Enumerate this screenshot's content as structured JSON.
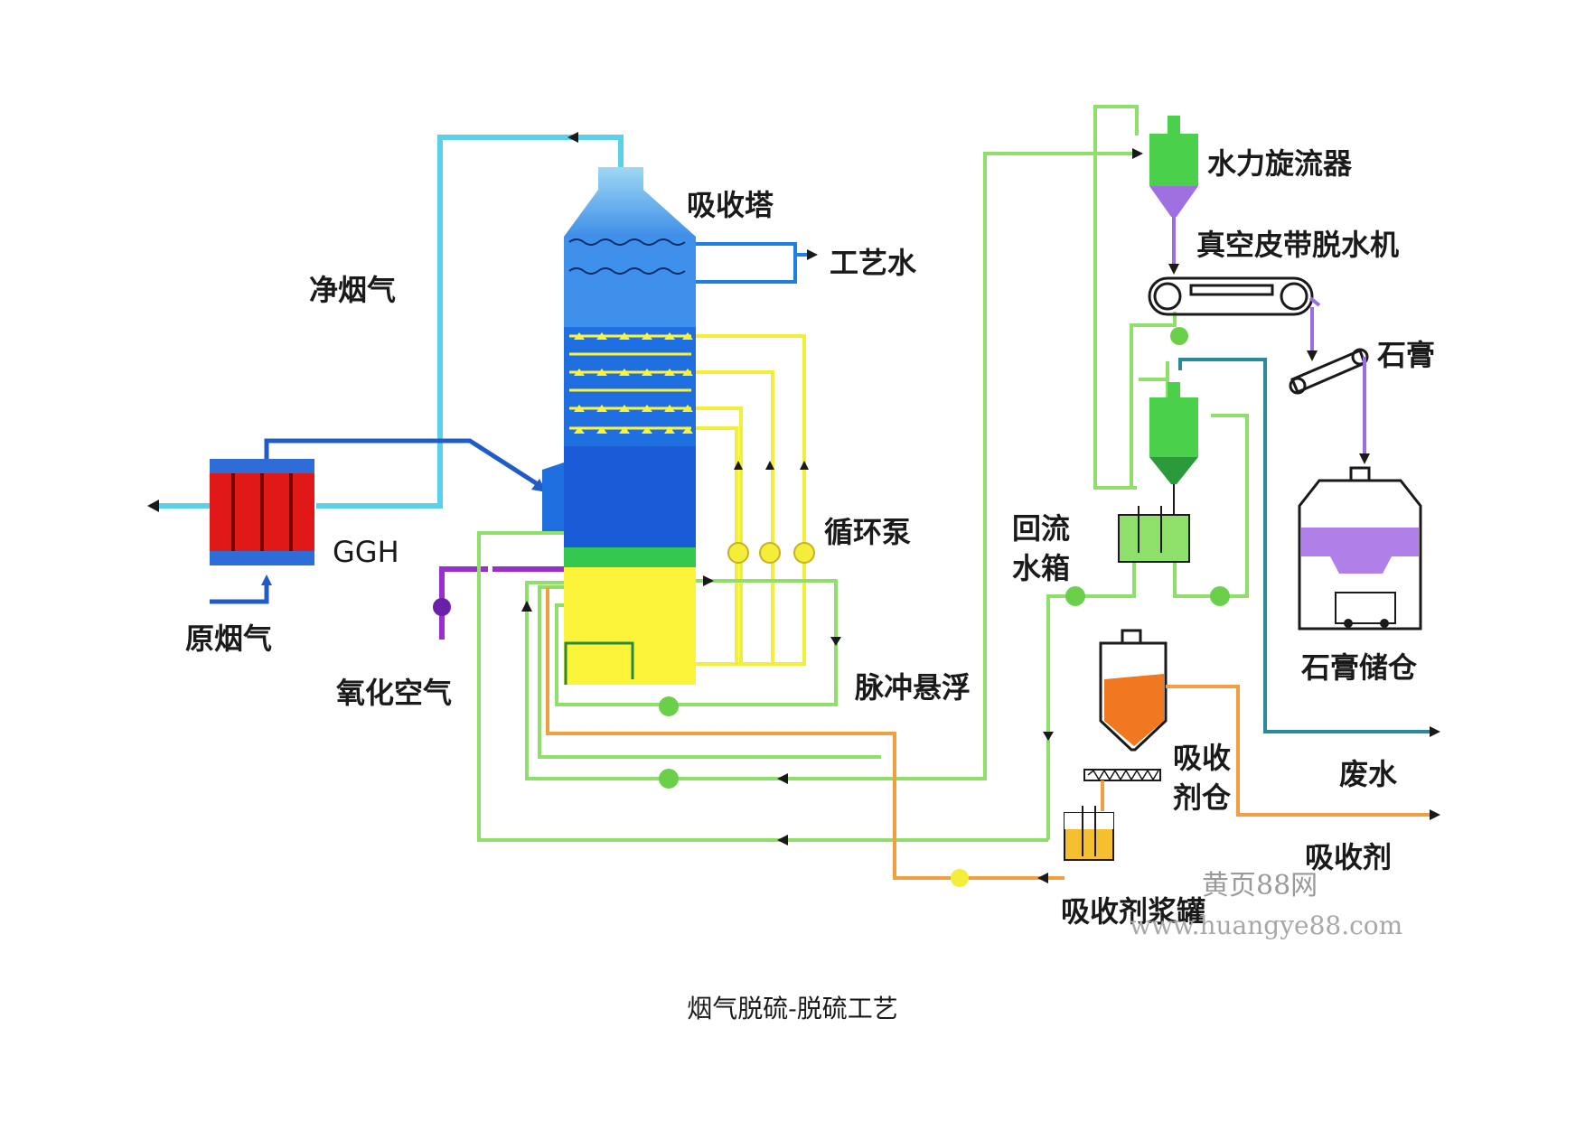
{
  "diagram": {
    "title": "烟气脱硫-脱硫工艺",
    "labels": {
      "absorber": "吸收塔",
      "process_water": "工艺水",
      "clean_flue_gas": "净烟气",
      "ggh": "GGH",
      "raw_flue_gas": "原烟气",
      "oxidation_air": "氧化空气",
      "circulation_pump": "循环泵",
      "pulse_suspension": "脉冲悬浮",
      "hydrocyclone": "水力旋流器",
      "vacuum_belt_filter": "真空皮带脱水机",
      "gypsum": "石膏",
      "return_tank_line1": "回流",
      "return_tank_line2": "水箱",
      "gypsum_silo": "石膏储仓",
      "absorbent_silo_line1": "吸收",
      "absorbent_silo_line2": "剂仓",
      "waste_water": "废水",
      "absorbent": "吸收剂",
      "absorbent_slurry_tank": "吸收剂浆罐"
    },
    "watermark": {
      "line1": "黄页88网",
      "line2": "www.huangye88.com"
    },
    "colors": {
      "clean_gas_line": "#5ad0ea",
      "raw_gas_line": "#1f5cc8",
      "tower_blue": "#1f6fe0",
      "recirculation_line": "#f2ee3a",
      "green_line": "#8ee06a",
      "oxidation_air_line": "#9a2fd0",
      "absorbent_line": "#f0a040",
      "waste_water_line": "#2a8a9a",
      "ggh_body": "#e01818",
      "slurry_yellow": "#fbf43a",
      "absorbent_orange": "#f07820"
    }
  }
}
